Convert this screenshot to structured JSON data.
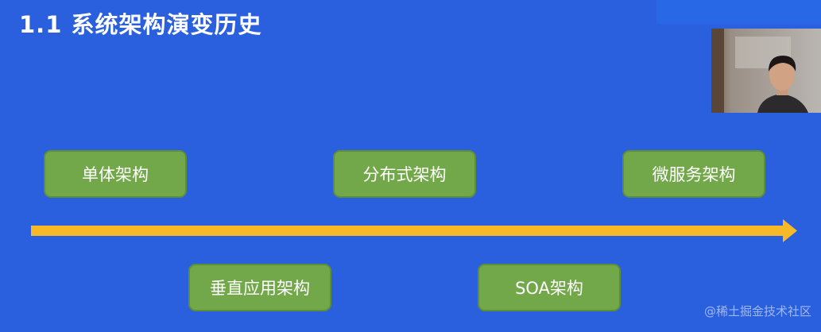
{
  "slide": {
    "title": "1.1 系统架构演变历史",
    "stages_top": [
      "单体架构",
      "分布式架构",
      "微服务架构"
    ],
    "stages_bottom": [
      "垂直应用架构",
      "SOA架构"
    ],
    "watermark": "@稀土掘金技术社区"
  },
  "colors": {
    "background": "#2a60dd",
    "box_fill": "#73a84a",
    "box_border": "#5d8f38",
    "arrow": "#f7b928",
    "text": "#ffffff"
  },
  "icons": {
    "webcam": "presenter-webcam-overlay",
    "arrow": "timeline-arrow"
  }
}
